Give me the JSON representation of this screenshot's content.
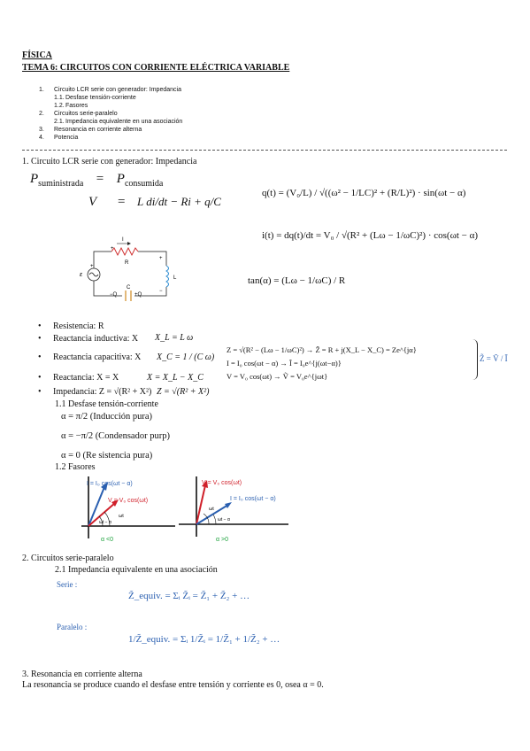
{
  "header": {
    "subject": "FÍSICA",
    "topic": "TEMA 6: CIRCUITOS CON CORRIENTE ELÉCTRICA VARIABLE"
  },
  "toc": [
    {
      "num": "1.",
      "text": "Circuito LCR serie con generador: Impedancia"
    },
    {
      "num": "1.1.",
      "text": "Desfase tensión-corriente"
    },
    {
      "num": "1.2.",
      "text": "Fasores"
    },
    {
      "num": "2.",
      "text": "Circuitos serie-paralelo"
    },
    {
      "num": "2.1.",
      "text": "Impedancia equivalente en una asociación"
    },
    {
      "num": "3.",
      "text": "Resonancia en corriente alterna"
    },
    {
      "num": "4.",
      "text": "Potencia"
    }
  ],
  "section1": {
    "title": "1. Circuito LCR serie con generador: Impedancia",
    "eq_power_lhs": "P",
    "eq_power_lhs_sub": "suministrada",
    "eq_eq": "=",
    "eq_power_rhs": "P",
    "eq_power_rhs_sub": "consumida",
    "eq_v_lhs": "V",
    "eq_v_rhs": "L di/dt − Ri + q/C",
    "eq_q": "q(t) = (V₀/L) / √((ω² − 1/LC)² + (R/L)²) · sin(ωt − α)",
    "eq_i": "i(t) = dq(t)/dt = V₀ / √(R² + (Lω − 1/ωC)²) · cos(ωt − α)",
    "eq_tan": "tan(α) = (Lω − 1/ωC) / R",
    "bullets": [
      "Resistencia: R",
      "Reactancia inductiva:   X",
      "Reactancia capacitiva:   X",
      "Reactancia:   X = X",
      "Impedancia:   Z = √(R² + X²)"
    ],
    "bullet_formulas": {
      "xl": "X_L = L ω",
      "xc": "X_C = 1 / (C ω)",
      "x": "X = X_L − X_C",
      "z": "Z = √(R² + X²)"
    },
    "complex_block": [
      "Z = √(R² − (Lω − 1/ωC)²)  → Z̃ = R + j(X_L − X_C) = Ze^{jα}",
      "I = I₀ cos(ωt − α)          → Ĩ = I₀e^{j(ωt−α)}",
      "V = V₀ cos(ωt)              → Ṽ = V₀e^{jωt}"
    ],
    "complex_result": "Z̃ = Ṽ / Ĩ",
    "sub11_title": "1.1 Desfase tensión-corriente",
    "phase_lines": [
      "α = π/2 (Inducción pura)",
      "α = −π/2 (Condensador purp)",
      "α = 0 (Re sistencia pura)"
    ],
    "sub12_title": "1.2 Fasores",
    "phasor_left": {
      "i_label": "I = I₀ cos(ωt − α)",
      "v_label": "V = V₀ cos(ωt)",
      "wt": "ωt",
      "wta": "ωt − α",
      "caption": "α <0"
    },
    "phasor_right": {
      "v_label": "V = V₀ cos(ωt)",
      "i_label": "I = I₀ cos(ωt − α)",
      "wt": "ωt",
      "wta": "ωt − α",
      "caption": "α >0"
    },
    "circuit_labels": {
      "I": "I",
      "R": "R",
      "L": "L",
      "C": "C",
      "eps": "ε",
      "plus": "+",
      "minus": "−",
      "q_neg": "−Q",
      "q_pos": "+Q"
    }
  },
  "section2": {
    "title": "2. Circuitos serie-paralelo",
    "sub21_title": "2.1 Impedancia equivalente en una asociación",
    "serie_label": "Serie :",
    "serie_eq": "Z̃_equiv. = Σᵢ Z̃ᵢ = Z̃₁ + Z̃₂ + …",
    "paralelo_label": "Paralelo :",
    "paralelo_eq": "1/Z̃_equiv. = Σᵢ 1/Z̃ᵢ = 1/Z̃₁ + 1/Z̃₂ + …"
  },
  "section3": {
    "title": "3. Resonancia en corriente alterna",
    "text": "La resonancia se produce cuando el desfase entre tensión y corriente es 0, osea α = 0."
  },
  "colors": {
    "blue": "#2a5fb0",
    "red": "#d0202a",
    "green": "#1aa03a",
    "orange": "#d08a20"
  }
}
